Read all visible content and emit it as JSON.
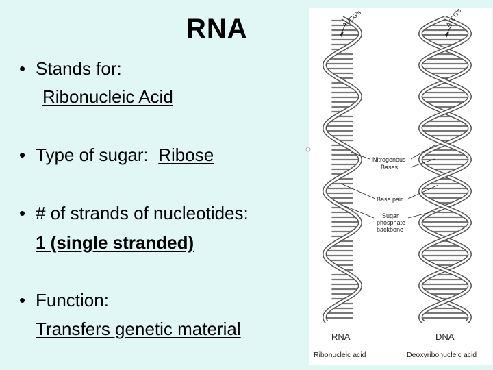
{
  "slide": {
    "title": "RNA",
    "bullets": [
      {
        "label": "Stands for:",
        "answer": "Ribonucleic Acid"
      },
      {
        "label": "Type of sugar:",
        "answer": "Ribose"
      },
      {
        "label": "# of strands of nucleotides:",
        "answer": "1 (single stranded)"
      },
      {
        "label": "Function:",
        "answer": "Transfers genetic material"
      }
    ]
  },
  "figure": {
    "rna_tag": "AUCG's",
    "dna_tag": "ATCG's",
    "labels": {
      "nitrogenous": "Nitrogenous",
      "bases": "Bases",
      "base_pair": "Base pair",
      "sugar": "Sugar",
      "phosphate": "phosphate",
      "backbone": "backbone"
    },
    "rna_name": "RNA",
    "dna_name": "DNA",
    "rna_full": "Ribonucleic acid",
    "dna_full": "Deoxyribonucleic acid"
  }
}
